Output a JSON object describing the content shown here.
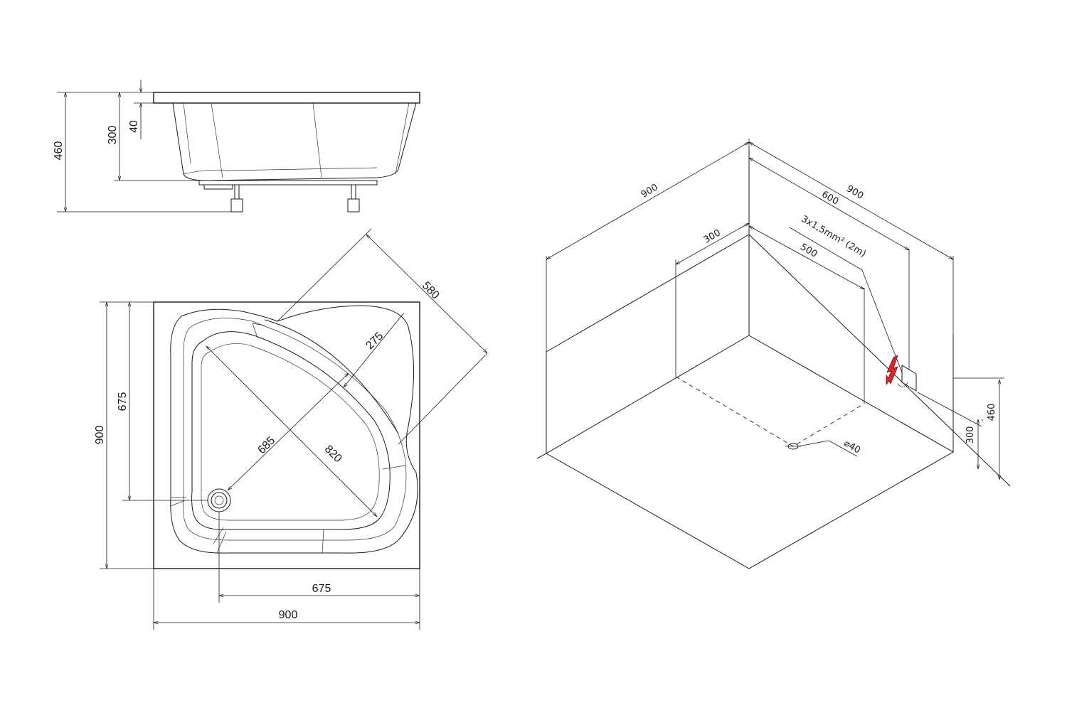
{
  "side_view": {
    "dim_total_height": "460",
    "dim_tray_depth": "300",
    "dim_rim": "40"
  },
  "plan_view": {
    "dim_diagonal_outer": "580",
    "dim_diagonal_front": "275",
    "dim_drain_to_corner": "685",
    "dim_diagonal_inner": "820",
    "dim_left_total": "900",
    "dim_left_drain": "675",
    "dim_bottom_drain": "675",
    "dim_bottom_total": "900"
  },
  "iso_view": {
    "dim_left_wall": "900",
    "dim_right_wall": "900",
    "dim_socket_offset": "600",
    "dim_back_offset": "300",
    "dim_cable_offset": "500",
    "cable_spec": "3x1,5mm² (2m)",
    "drain_diameter": "⌀40",
    "dim_socket_height": "300",
    "dim_total_height": "460",
    "warning_color": "#d8262c",
    "warning_icon": "lightning-warning-icon"
  }
}
